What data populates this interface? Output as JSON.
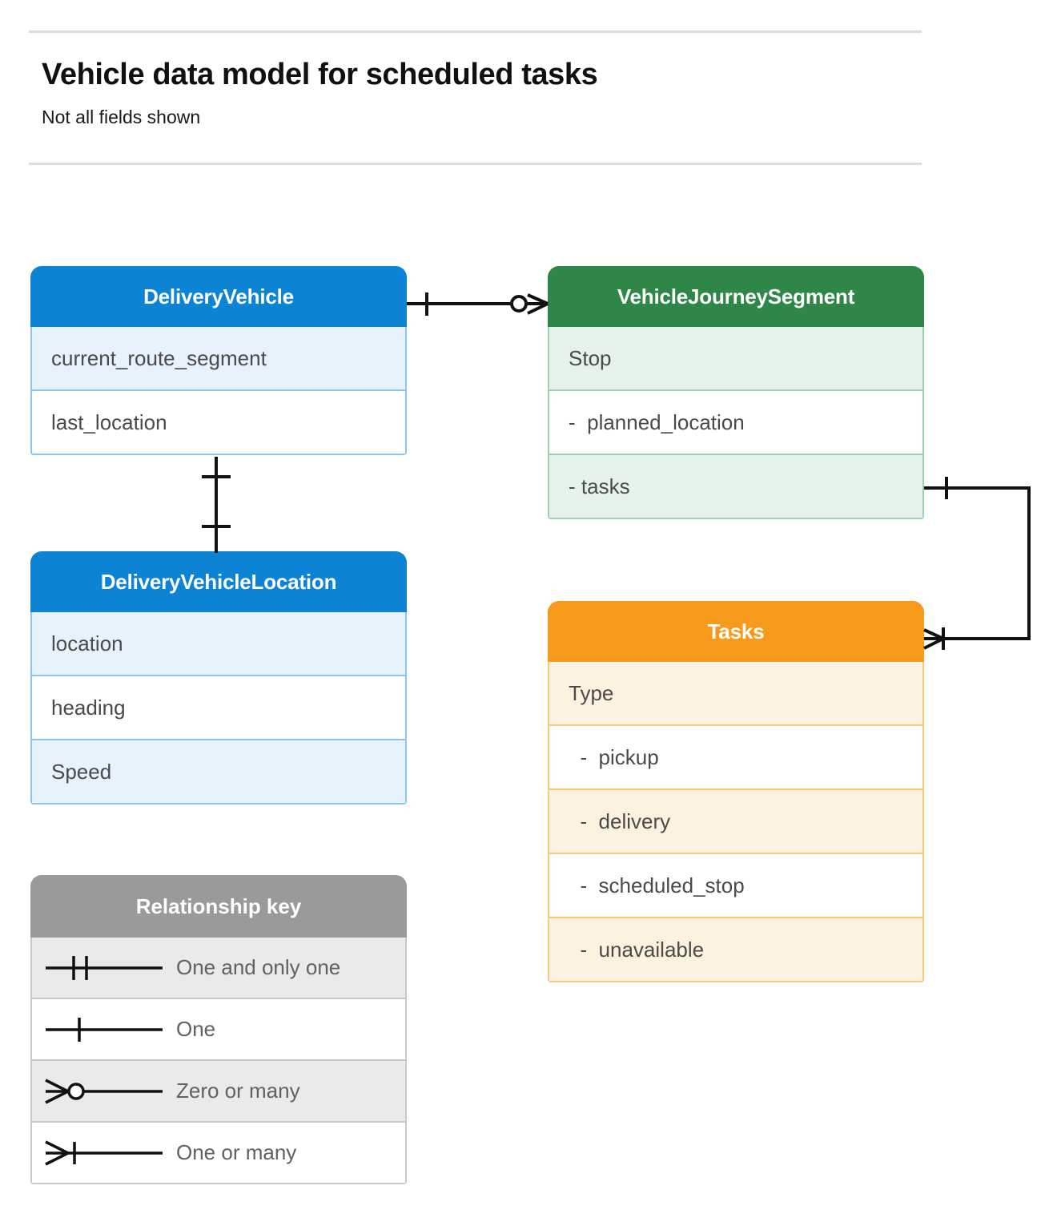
{
  "header": {
    "title": "Vehicle data model for scheduled tasks",
    "subtitle": "Not all fields shown"
  },
  "colors": {
    "blue_header": "#0d84d3",
    "blue_row_alt": "#e8f2fd",
    "blue_border": "#8ec5f0",
    "green_header": "#2e8746",
    "green_row_alt": "#e6f3ea",
    "green_border": "#9dd0ae",
    "orange_header": "#f79a1c",
    "orange_row_alt": "#fdf2e0",
    "orange_border": "#f8c97a",
    "legend_header": "#9a9a9a",
    "legend_row_alt": "#eaeaea",
    "rule": "#dadce0",
    "text_body": "#4a4a4a",
    "connector": "#111111"
  },
  "entities": {
    "delivery_vehicle": {
      "title": "DeliveryVehicle",
      "fields": [
        "current_route_segment",
        "last_location"
      ]
    },
    "vehicle_journey_segment": {
      "title": "VehicleJourneySegment",
      "fields": [
        "Stop",
        "-  planned_location",
        "- tasks"
      ]
    },
    "delivery_vehicle_location": {
      "title": "DeliveryVehicleLocation",
      "fields": [
        "location",
        "heading",
        "Speed"
      ]
    },
    "tasks": {
      "title": "Tasks",
      "fields": [
        "Type",
        "  -  pickup",
        "  -  delivery",
        "  -  scheduled_stop",
        "  -  unavailable"
      ]
    }
  },
  "legend": {
    "title": "Relationship key",
    "rows": [
      {
        "symbol": "one-and-only-one",
        "label": "One and only one"
      },
      {
        "symbol": "one",
        "label": "One"
      },
      {
        "symbol": "zero-or-many",
        "label": "Zero or many"
      },
      {
        "symbol": "one-or-many",
        "label": "One or many"
      }
    ]
  },
  "relationships": [
    {
      "name": "deliveryvehicle-to-vehiclejourneysegment",
      "from": "DeliveryVehicle",
      "to": "VehicleJourneySegment",
      "from_cardinality": "One",
      "to_cardinality": "Zero or many"
    },
    {
      "name": "deliveryvehicle-to-deliveryvehiclelocation",
      "from": "DeliveryVehicle",
      "to": "DeliveryVehicleLocation",
      "from_cardinality": "One",
      "to_cardinality": "One"
    },
    {
      "name": "vehiclejourneysegment-tasks-to-tasks",
      "from": "VehicleJourneySegment.tasks",
      "to": "Tasks",
      "from_cardinality": "One",
      "to_cardinality": "One or many"
    }
  ]
}
